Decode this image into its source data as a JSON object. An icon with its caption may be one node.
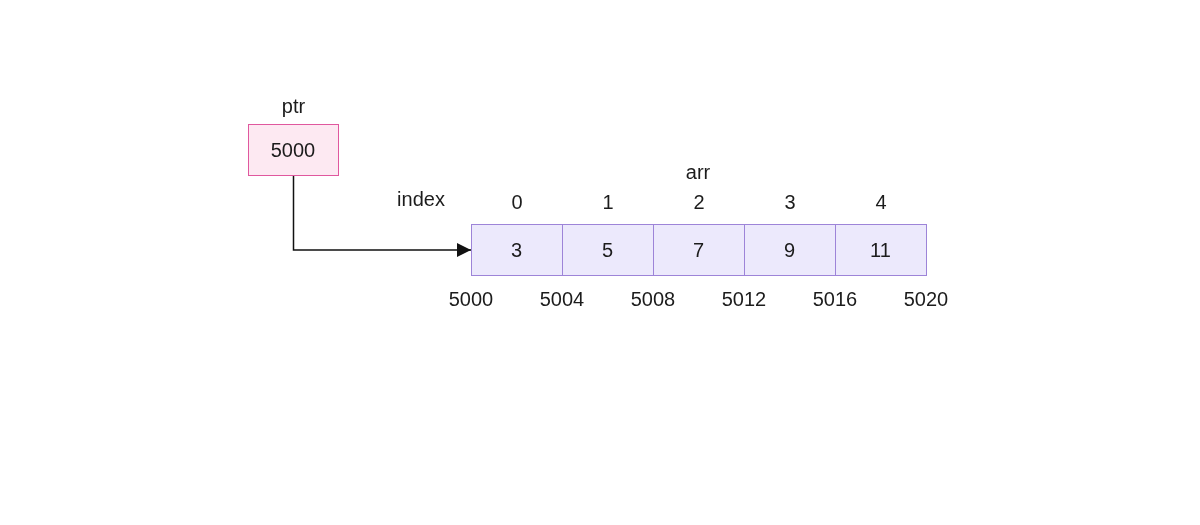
{
  "diagram": {
    "nodes": [
      {
        "text": [
          "ptr",
          "5000"
        ]
      },
      {
        "text": [
          "3"
        ],
        "beside": [
          "0"
        ]
      },
      {
        "text": [
          "5"
        ],
        "beside": [
          "1"
        ]
      },
      {
        "text": [
          "7"
        ],
        "beside": [
          "2"
        ]
      },
      {
        "text": [
          "9"
        ],
        "beside": [
          "3"
        ]
      },
      {
        "text": [
          "11"
        ],
        "beside": [
          "4"
        ]
      }
    ],
    "edges": [
      {
        "from": 0,
        "to": 1,
        "arrow": "to"
      }
    ],
    "labels": [
      "arr",
      "index",
      "5000",
      "5004",
      "5008",
      "5012",
      "5016",
      "5020"
    ]
  }
}
